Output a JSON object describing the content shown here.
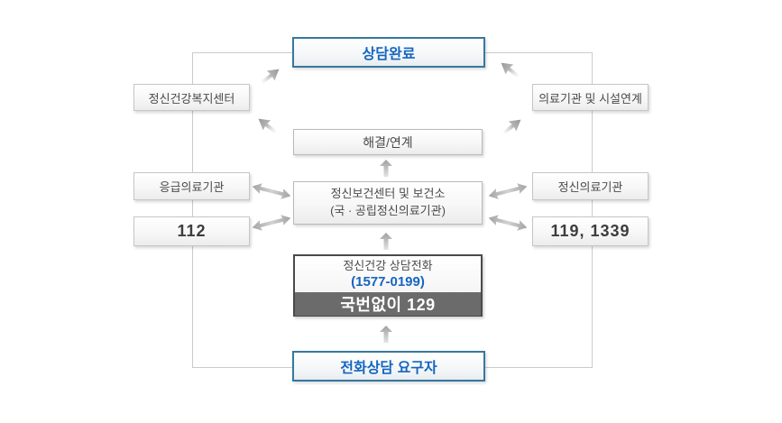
{
  "diagram": {
    "counsel_complete": "상담완료",
    "welfare_center": "정신건강복지센터",
    "medical_link": "의료기관 및 시설연계",
    "resolve": "해결/연계",
    "emergency_org": "응급의료기관",
    "mental_org": "정신의료기관",
    "center_org_line1": "정신보건센터 및 보건소",
    "center_org_line2": "(국 · 공립정신의료기관)",
    "num_left": "112",
    "num_right": "119, 1339",
    "hotline_title": "정신건강 상담전화",
    "hotline_number": "(1577-0199)",
    "hotline_direct": "국번없이 129",
    "caller": "전화상담 요구자"
  },
  "colors": {
    "accent_blue_text": "#1565c0",
    "blue_box_border": "#35789f",
    "gray_box_border": "#c6c6c6",
    "gray_text": "#4b4b4b",
    "dark_band_bg": "#6b6b6b",
    "dark_box_border": "#4a4a4a",
    "connector_line": "#cbcbcb",
    "arrow_gray": "#b3b3b3"
  },
  "icons": {
    "arrow_up": "up-arrow shape",
    "arrow_diagonal": "single-head diagonal arrow shape",
    "arrow_double": "double-head diagonal arrow shape"
  }
}
